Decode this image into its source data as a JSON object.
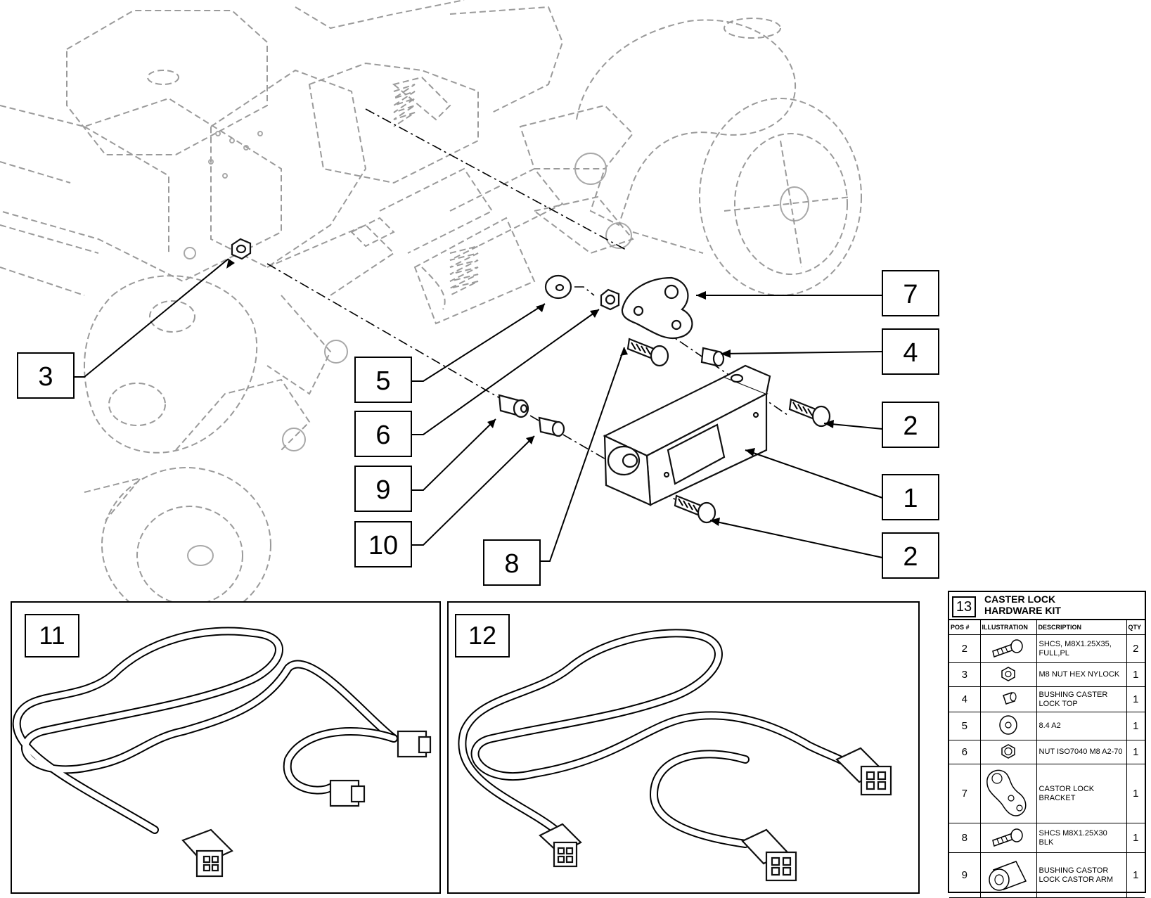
{
  "callouts": [
    {
      "id": "1",
      "label": "1"
    },
    {
      "id": "2a",
      "label": "2"
    },
    {
      "id": "2b",
      "label": "2"
    },
    {
      "id": "3",
      "label": "3"
    },
    {
      "id": "4",
      "label": "4"
    },
    {
      "id": "5",
      "label": "5"
    },
    {
      "id": "6",
      "label": "6"
    },
    {
      "id": "7",
      "label": "7"
    },
    {
      "id": "8",
      "label": "8"
    },
    {
      "id": "9",
      "label": "9"
    },
    {
      "id": "10",
      "label": "10"
    }
  ],
  "panels": {
    "p11": {
      "label": "11"
    },
    "p12": {
      "label": "12"
    }
  },
  "kit": {
    "number": "13",
    "title_line1": "CASTER LOCK",
    "title_line2": "HARDWARE KIT",
    "columns": [
      "POS #",
      "ILLUSTRATION",
      "DESCRIPTION",
      "QTY"
    ],
    "rows": [
      {
        "pos": "2",
        "icon": "screw-icon",
        "description": "SHCS, M8X1.25X35, FULL,PL",
        "qty": "2"
      },
      {
        "pos": "3",
        "icon": "nylock-nut-icon",
        "description": "M8 NUT HEX NYLOCK",
        "qty": "1"
      },
      {
        "pos": "4",
        "icon": "bushing-icon",
        "description": "BUSHING CASTER LOCK TOP",
        "qty": "1"
      },
      {
        "pos": "5",
        "icon": "washer-icon",
        "description": "8.4 A2",
        "qty": "1"
      },
      {
        "pos": "6",
        "icon": "nut-icon",
        "description": "NUT ISO7040 M8 A2-70",
        "qty": "1"
      },
      {
        "pos": "7",
        "icon": "bracket-icon",
        "description": "CASTOR LOCK BRACKET",
        "qty": "1"
      },
      {
        "pos": "8",
        "icon": "screw-icon",
        "description": "SHCS M8X1.25X30 BLK",
        "qty": "1"
      },
      {
        "pos": "9",
        "icon": "bushing-arm-icon",
        "description": "BUSHING CASTOR LOCK CASTOR ARM",
        "qty": "1"
      }
    ]
  }
}
